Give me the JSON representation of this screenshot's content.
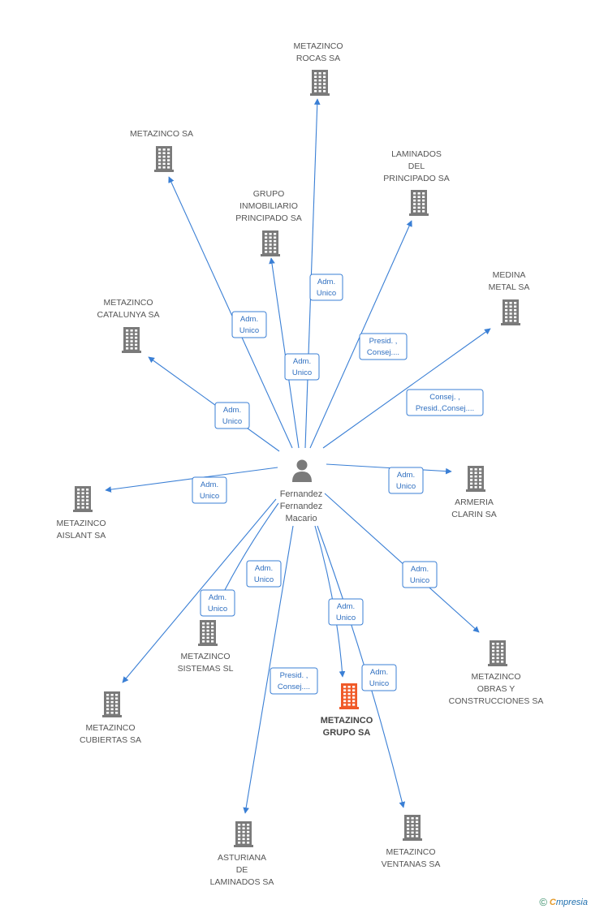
{
  "colors": {
    "edge": "#3a7fd5",
    "company_icon": "#7a7a7a",
    "focus_icon": "#f05a28",
    "person_icon": "#7a7a7a",
    "label": "#555555"
  },
  "center": {
    "name_lines": [
      "Fernandez",
      "Fernandez",
      "Macario"
    ],
    "icon": "person-icon"
  },
  "companies": [
    {
      "id": "metazinco-rocas",
      "lines": [
        "METAZINCO",
        "ROCAS SA"
      ],
      "focus": false
    },
    {
      "id": "metazinco-sa",
      "lines": [
        "METAZINCO SA"
      ],
      "focus": false
    },
    {
      "id": "laminados-principado",
      "lines": [
        "LAMINADOS",
        "DEL",
        "PRINCIPADO SA"
      ],
      "focus": false
    },
    {
      "id": "grupo-inmobiliario",
      "lines": [
        "GRUPO",
        "INMOBILIARIO",
        "PRINCIPADO SA"
      ],
      "focus": false
    },
    {
      "id": "medina-metal",
      "lines": [
        "MEDINA",
        "METAL SA"
      ],
      "focus": false
    },
    {
      "id": "metazinco-catalunya",
      "lines": [
        "METAZINCO",
        "CATALUNYA SA"
      ],
      "focus": false
    },
    {
      "id": "metazinco-aislant",
      "lines": [
        "METAZINCO",
        "AISLANT SA"
      ],
      "focus": false
    },
    {
      "id": "armeria-clarin",
      "lines": [
        "ARMERIA",
        "CLARIN SA"
      ],
      "focus": false
    },
    {
      "id": "metazinco-sistemas",
      "lines": [
        "METAZINCO",
        "SISTEMAS SL"
      ],
      "focus": false
    },
    {
      "id": "metazinco-obras",
      "lines": [
        "METAZINCO",
        "OBRAS Y",
        "CONSTRUCCIONES SA"
      ],
      "focus": false
    },
    {
      "id": "metazinco-cubiertas",
      "lines": [
        "METAZINCO",
        "CUBIERTAS SA"
      ],
      "focus": false
    },
    {
      "id": "metazinco-grupo",
      "lines": [
        "METAZINCO",
        "GRUPO SA"
      ],
      "focus": true
    },
    {
      "id": "asturiana-laminados",
      "lines": [
        "ASTURIANA",
        "DE",
        "LAMINADOS SA"
      ],
      "focus": false
    },
    {
      "id": "metazinco-ventanas",
      "lines": [
        "METAZINCO",
        "VENTANAS SA"
      ],
      "focus": false
    }
  ],
  "relations": [
    {
      "target": "metazinco-rocas",
      "label_lines": [
        "Adm.",
        "Unico"
      ]
    },
    {
      "target": "metazinco-sa",
      "label_lines": [
        "Adm.",
        "Unico"
      ]
    },
    {
      "target": "grupo-inmobiliario",
      "label_lines": [
        "Adm.",
        "Unico"
      ]
    },
    {
      "target": "laminados-principado",
      "label_lines": [
        "Presid. ,",
        "Consej...."
      ]
    },
    {
      "target": "medina-metal",
      "label_lines": [
        "Consej. ,",
        "Presid.,Consej...."
      ]
    },
    {
      "target": "metazinco-catalunya",
      "label_lines": [
        "Adm.",
        "Unico"
      ]
    },
    {
      "target": "metazinco-aislant",
      "label_lines": [
        "Adm.",
        "Unico"
      ]
    },
    {
      "target": "armeria-clarin",
      "label_lines": [
        "Adm.",
        "Unico"
      ]
    },
    {
      "target": "metazinco-sistemas",
      "label_lines": [
        "Adm.",
        "Unico"
      ]
    },
    {
      "target": "metazinco-cubiertas",
      "label_lines": [
        "Adm.",
        "Unico"
      ]
    },
    {
      "target": "metazinco-obras",
      "label_lines": [
        "Adm.",
        "Unico"
      ]
    },
    {
      "target": "metazinco-grupo",
      "label_lines": [
        "Adm.",
        "Unico"
      ]
    },
    {
      "target": "metazinco-ventanas",
      "label_lines": [
        "Adm.",
        "Unico"
      ]
    },
    {
      "target": "asturiana-laminados",
      "label_lines": [
        "Presid. ,",
        "Consej...."
      ]
    }
  ],
  "footer": {
    "copyright_symbol": "©",
    "brand_initial": "C",
    "brand_rest": "mpresia"
  }
}
